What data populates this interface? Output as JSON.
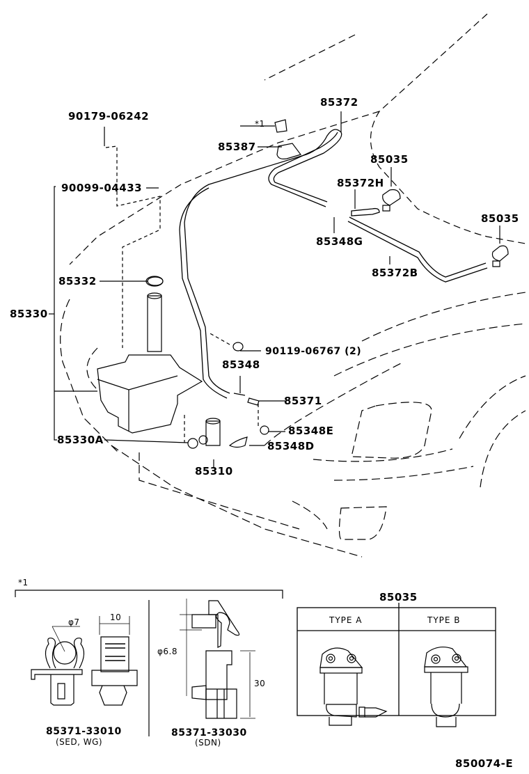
{
  "diagram": {
    "title": "Windshield Washer Parts Diagram",
    "drawing_number": "850074-E",
    "callouts": {
      "p90179": "90179-06242",
      "p90099": "90099-04433",
      "p85332": "85332",
      "p85330": "85330",
      "p85330A": "85330A",
      "p85310": "85310",
      "star1": "*1",
      "p85387": "85387",
      "p85372": "85372",
      "p85035_a": "85035",
      "p85035_b": "85035",
      "p85372H": "85372H",
      "p85348G": "85348G",
      "p85372B": "85372B",
      "p90119": "90119-06767 (2)",
      "p85348": "85348",
      "p85371": "85371",
      "p85348E": "85348E",
      "p85348D": "85348D"
    },
    "detail_clips": {
      "header": "*1",
      "clip1": {
        "part": "85371-33010",
        "note": "(SED, WG)",
        "dim_dia": "φ7",
        "dim_width": "10"
      },
      "clip2": {
        "part": "85371-33030",
        "note": "(SDN)",
        "dim_dia": "φ6.8",
        "dim_height": "30"
      }
    },
    "detail_nozzle": {
      "part": "85035",
      "types": [
        "TYPE A",
        "TYPE B"
      ]
    }
  }
}
